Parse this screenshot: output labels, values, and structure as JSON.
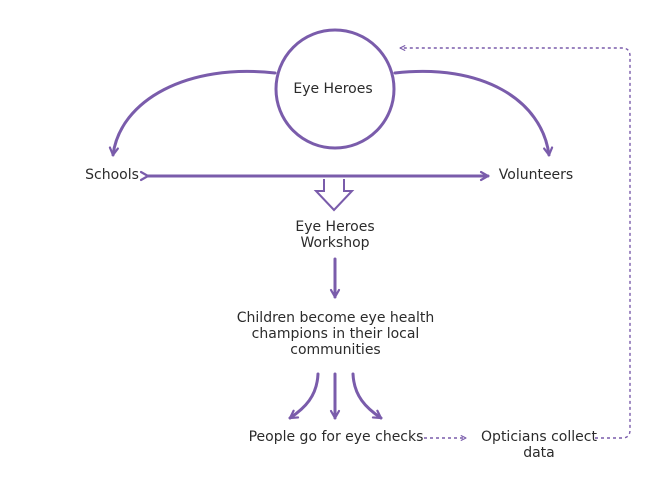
{
  "diagram": {
    "colors": {
      "line": "#7a5cab",
      "text": "#2b2b2b",
      "background": "#ffffff"
    },
    "nodes": {
      "hub": "Eye Heroes",
      "schools": "Schools",
      "volunteers": "Volunteers",
      "workshop": "Eye Heroes Workshop",
      "children": "Children become eye health champions in their local communities",
      "people": "People go for eye checks",
      "opticians": "Opticians collect data"
    }
  }
}
